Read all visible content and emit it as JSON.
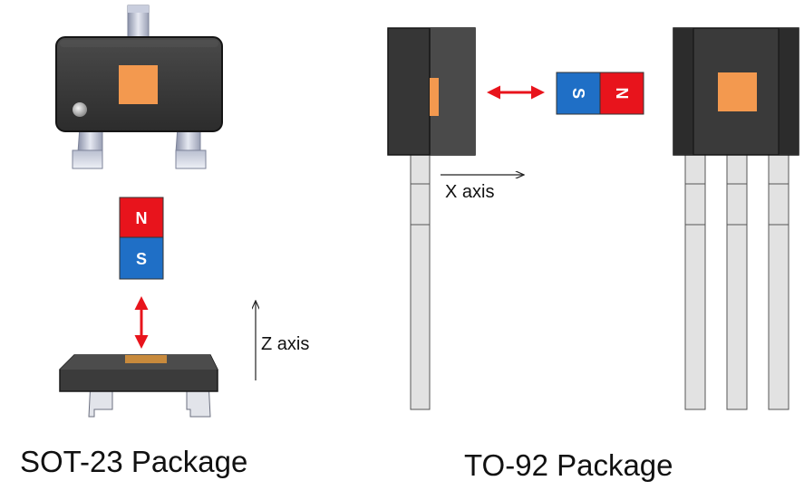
{
  "captions": {
    "sot23": "SOT-23 Package",
    "to92": "TO-92 Package"
  },
  "axes": {
    "x_label": "X axis",
    "z_label": "Z axis"
  },
  "magnets": {
    "north": "N",
    "south": "S"
  },
  "colors": {
    "north_pole": "#e8141c",
    "south_pole": "#1f6fc6",
    "sensor_pad": "#f3994f",
    "package_body": "#3a3a3a",
    "lead": "#dcdcdc",
    "arrow": "#e8141c"
  }
}
